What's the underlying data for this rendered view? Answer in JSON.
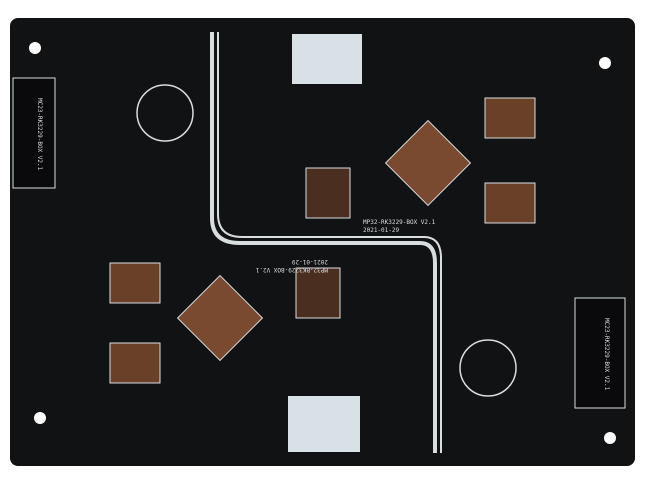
{
  "photo": {
    "subject": "Black PCB panel with two boards",
    "colors": {
      "solder_mask": "#111214",
      "copper": "#d9956a",
      "silkscreen": "#d8dde0",
      "background": "#ffffff"
    }
  },
  "labels": {
    "board_a_name": "MP32-RK3229-BOX V2.1",
    "board_a_date": "2021-01-29",
    "board_b_name": "MP32-RK3229-BOX V2.1",
    "board_b_date": "2021-01-29",
    "side_label_left": "MC23-RK3229-BOX V2.1",
    "side_label_right": "MC23-RK3229-BOX V2.1"
  }
}
